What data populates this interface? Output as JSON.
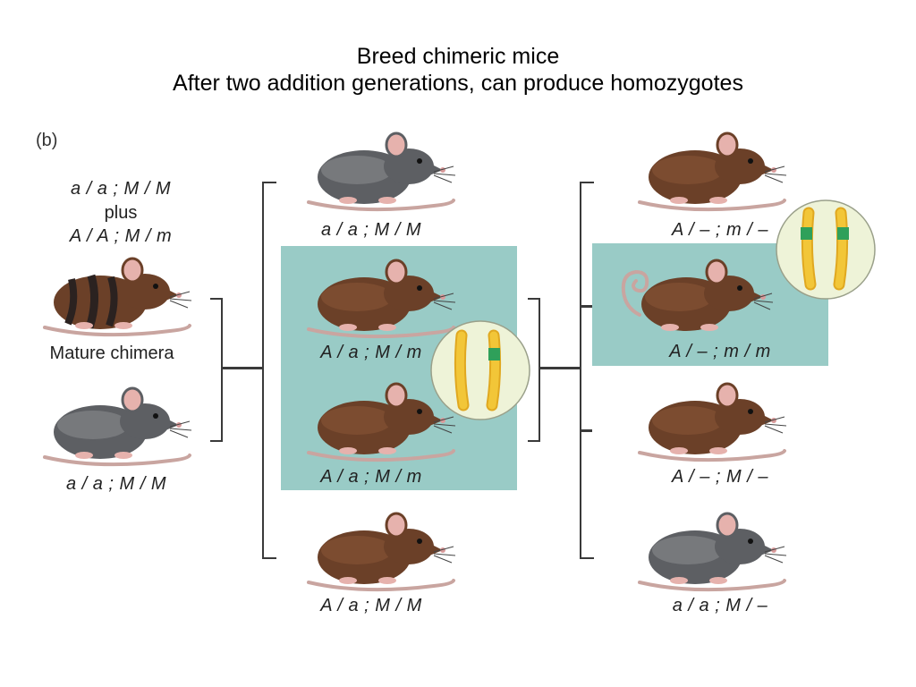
{
  "title": {
    "line1": "Breed chimeric mice",
    "line2": "After two addition generations, can produce homozygotes"
  },
  "panel_label": "(b)",
  "parents": {
    "chimera_genotype_top": "a / a ; M / M",
    "chimera_plus": "plus",
    "chimera_genotype_bottom": "A / A ; M / m",
    "chimera_label": "Mature chimera",
    "mate_genotype": "a / a ; M / M"
  },
  "f1": {
    "mouse1": "a / a ; M / M",
    "mouse2": "A / a ; M / m",
    "mouse3": "A / a ; M / m",
    "mouse4": "A / a ; M / M"
  },
  "f2": {
    "mouse1": "A / – ; m / –",
    "mouse2": "A / – ; m / m",
    "mouse3": "A / – ; M / –",
    "mouse4": "a / a ; M / –"
  },
  "colors": {
    "teal_highlight": "#99cbc6",
    "agouti_brown": "#6b4028",
    "black_gray": "#5d5f63",
    "chromosome_yellow": "#f2c638",
    "chromosome_band_green": "#2fa05a",
    "circle_fill": "#eef3d8"
  },
  "icons": {
    "mouse": "mouse-illustration",
    "chromosome": "chromosome-pair-icon"
  }
}
